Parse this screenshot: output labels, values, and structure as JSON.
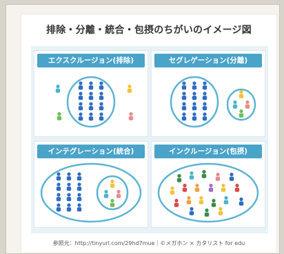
{
  "title": "排除・分離・統合・包摂のちがいのイメージ図",
  "panels": [
    {
      "label": "エクスクルージョン(排除)"
    },
    {
      "label": "セグレゲーション(分離)"
    },
    {
      "label": "インテグレーション(統合)"
    },
    {
      "label": "インクルージョン(包摂)"
    }
  ],
  "footer": "参照元：http://tinyurl.com/29hd7mue｜©メガホン × カタリスト for edu",
  "colors": {
    "header": "#4aa3c8",
    "ring": "#5cb3d3",
    "blue": "#2e6cc2",
    "teal": "#4bb5c8",
    "yellow": "#f0c33c",
    "green": "#6cbf5a",
    "pink": "#e88a8a",
    "orange": "#f0a040",
    "purple": "#a070c0",
    "darkgreen": "#3a8a4a",
    "red": "#d84a4a"
  }
}
